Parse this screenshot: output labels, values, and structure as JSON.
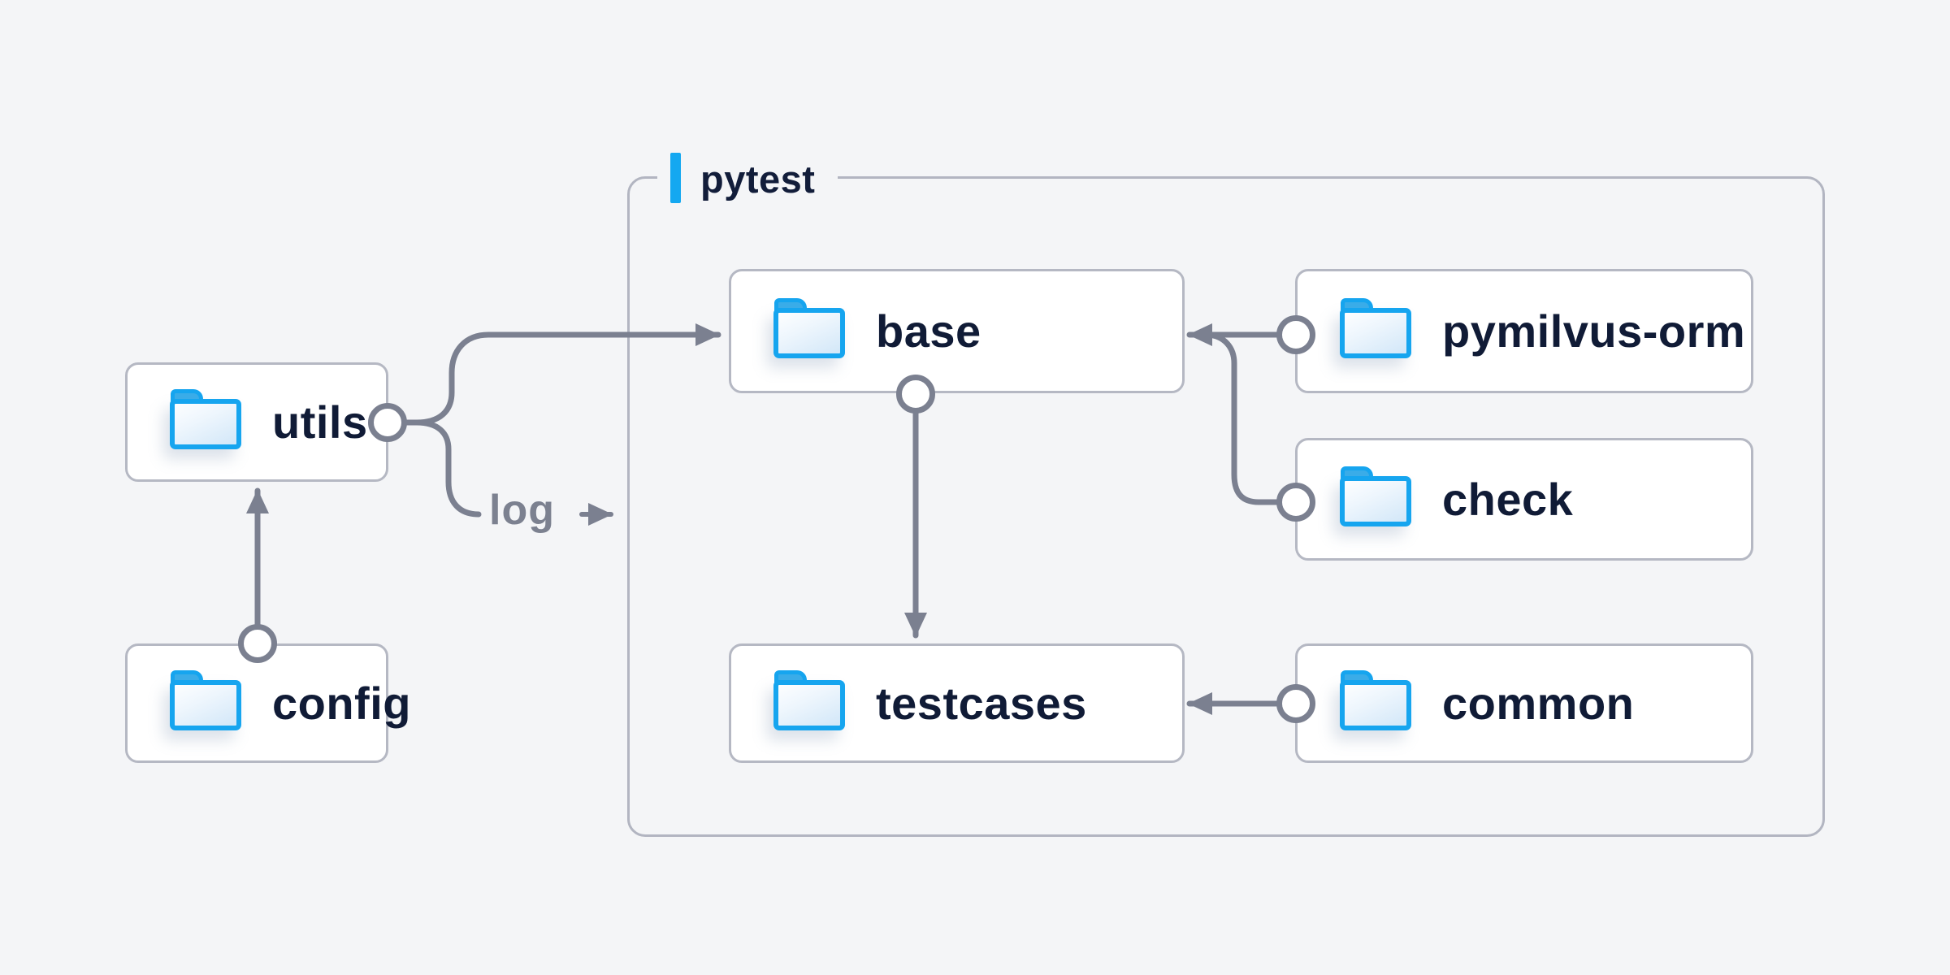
{
  "diagram": {
    "container": {
      "label": "pytest"
    },
    "nodes": {
      "utils": {
        "label": "utils",
        "icon": "folder-icon"
      },
      "config": {
        "label": "config",
        "icon": "folder-icon"
      },
      "base": {
        "label": "base",
        "icon": "folder-icon"
      },
      "pymilvus_orm": {
        "label": "pymilvus-orm",
        "icon": "folder-icon"
      },
      "check": {
        "label": "check",
        "icon": "folder-icon"
      },
      "testcases": {
        "label": "testcases",
        "icon": "folder-icon"
      },
      "common": {
        "label": "common",
        "icon": "folder-icon"
      }
    },
    "edge_label": {
      "log": "log"
    },
    "edges": [
      {
        "from": "utils",
        "to": "base"
      },
      {
        "from": "utils",
        "to": "log-output",
        "label": "log"
      },
      {
        "from": "config",
        "to": "utils"
      },
      {
        "from": "pymilvus-orm",
        "to": "base"
      },
      {
        "from": "check",
        "to": "base"
      },
      {
        "from": "base",
        "to": "testcases"
      },
      {
        "from": "common",
        "to": "testcases"
      }
    ],
    "colors": {
      "background": "#f4f5f7",
      "accent_blue": "#14a8f1",
      "folder_blue": "#16a5ef",
      "connector_gray": "#7b8090",
      "border_gray": "#b5b8c3",
      "text_dark": "#121d3a"
    }
  }
}
